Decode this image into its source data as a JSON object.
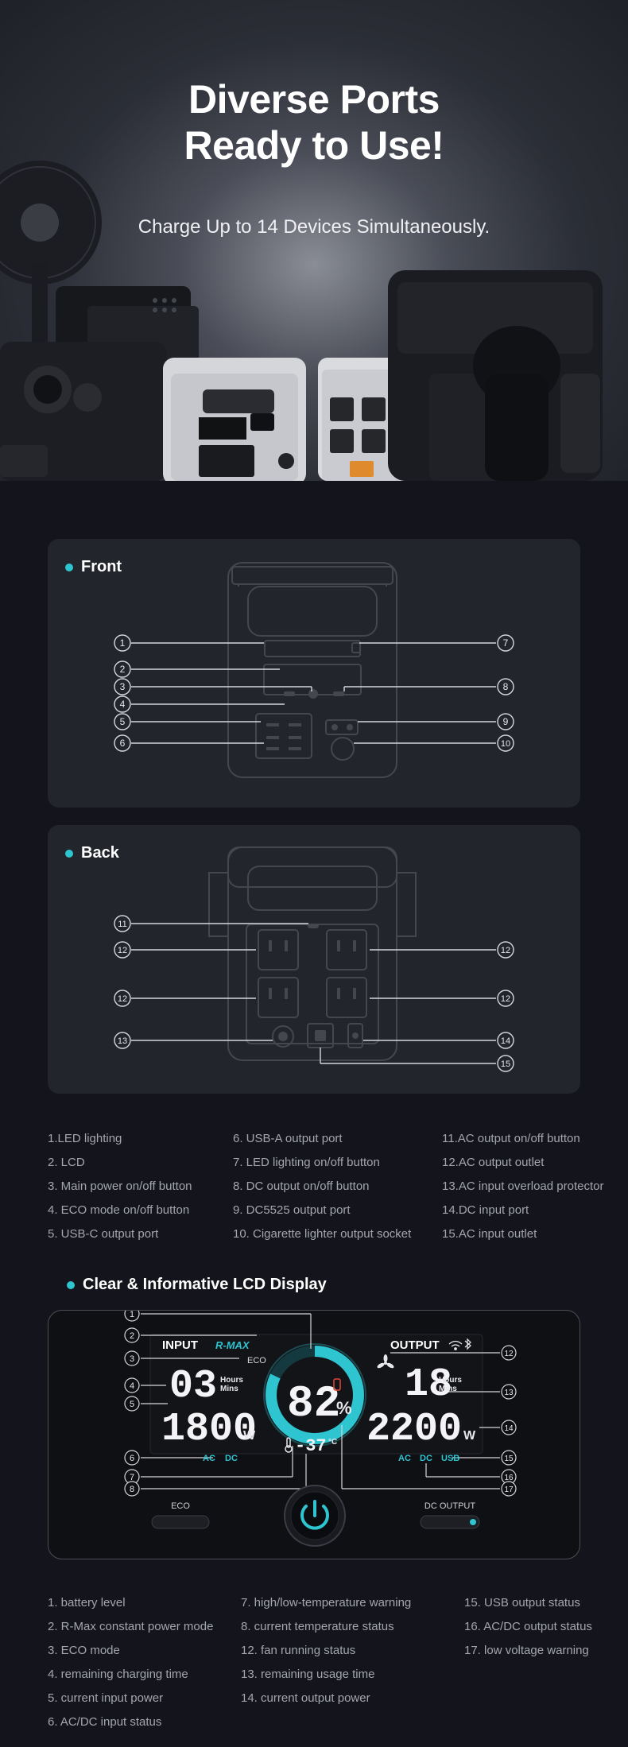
{
  "hero": {
    "title_line1": "Diverse Ports",
    "title_line2": "Ready to Use!",
    "subtitle": "Charge Up to 14 Devices Simultaneously."
  },
  "front": {
    "label": "Front",
    "markers": [
      "1",
      "2",
      "3",
      "4",
      "5",
      "6",
      "7",
      "8",
      "9",
      "10"
    ]
  },
  "back": {
    "label": "Back",
    "markers": [
      "11",
      "12",
      "12",
      "12",
      "12",
      "13",
      "14",
      "15"
    ]
  },
  "ports_legend": {
    "col1": [
      "1.LED lighting",
      "2. LCD",
      "3. Main power on/off button",
      "4. ECO mode on/off button",
      "5. USB-C output port"
    ],
    "col2": [
      "6. USB-A output port",
      "7. LED lighting on/off button",
      "8. DC output on/off button",
      "9. DC5525 output port",
      "10. Cigarette lighter output socket"
    ],
    "col3": [
      "11.AC output on/off button",
      "12.AC output outlet",
      "13.AC input overload protector",
      "14.DC input port",
      "15.AC input outlet"
    ]
  },
  "lcd": {
    "title": "Clear & Informative LCD Display",
    "input_label": "INPUT",
    "rmax_label": "R-MAX",
    "eco_label": "ECO",
    "input_hours": "03",
    "hours_unit": "Hours",
    "mins_unit": "Mins",
    "input_watts": "1800",
    "watt_unit": "W",
    "ac_label": "AC",
    "dc_label": "DC",
    "battery_percent": "82",
    "percent_sign": "%",
    "temperature": "-37",
    "temp_unit": "°C",
    "output_label": "OUTPUT",
    "output_hours": "18",
    "output_watts": "2200",
    "usb_label": "USB",
    "eco_button": "ECO",
    "dc_output_button": "DC OUTPUT",
    "battery_level": 0.82,
    "markers": [
      "1",
      "2",
      "3",
      "4",
      "5",
      "6",
      "7",
      "8",
      "12",
      "13",
      "14",
      "15",
      "16",
      "17"
    ]
  },
  "lcd_legend": {
    "col1": [
      "1. battery level",
      "2. R-Max constant power mode",
      "3. ECO mode",
      "4. remaining charging time",
      "5. current input power",
      "6. AC/DC input status"
    ],
    "col2": [
      "7. high/low-temperature warning",
      "8. current temperature status",
      "12. fan running status",
      "13. remaining usage time",
      "14. current output power"
    ],
    "col3": [
      "15. USB output status",
      "16. AC/DC output status",
      "17. low voltage warning"
    ]
  },
  "colors": {
    "accent": "#2ec4d0",
    "background": "#14151c",
    "panel": "#23252d"
  }
}
